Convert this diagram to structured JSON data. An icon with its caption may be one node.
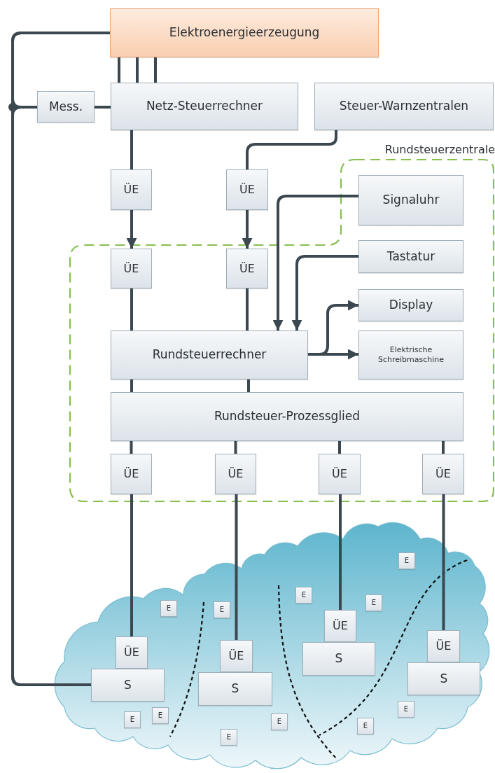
{
  "diagram": {
    "nodes": [
      {
        "text": [
          "Elektroenergieerzeugung"
        ]
      },
      {
        "text": [
          "Mess."
        ]
      },
      {
        "text": [
          "Netz-Steuerrechner"
        ]
      },
      {
        "text": [
          "Steuer-Warnzentralen"
        ]
      },
      {
        "text": [
          "ÜE"
        ]
      },
      {
        "text": [
          "ÜE"
        ]
      },
      {
        "text": [
          "Rundsteuerzentrale"
        ]
      },
      {
        "text": [
          "Signaluhr"
        ],
        "in": 6
      },
      {
        "text": [
          "Tastatur"
        ],
        "in": 6
      },
      {
        "text": [
          "ÜE"
        ],
        "in": 6
      },
      {
        "text": [
          "ÜE"
        ],
        "in": 6
      },
      {
        "text": [
          "Display"
        ],
        "in": 6
      },
      {
        "text": [
          "Rundsteuerrechner"
        ],
        "in": 6
      },
      {
        "text": [
          "Elektrische Schreibmaschine"
        ],
        "in": 6
      },
      {
        "text": [
          "Rundsteuer-Prozessglied"
        ],
        "in": 6
      },
      {
        "text": [
          "ÜE"
        ],
        "in": 6
      },
      {
        "text": [
          "ÜE"
        ],
        "in": 6
      },
      {
        "text": [
          "ÜE"
        ],
        "in": 6
      },
      {
        "text": [
          "ÜE"
        ],
        "in": 6
      },
      {
        "text": [],
        "shape": "cloud"
      },
      {
        "text": [
          "E"
        ],
        "in": 19
      },
      {
        "text": [
          "E"
        ],
        "in": 19
      },
      {
        "text": [
          "E"
        ],
        "in": 19
      },
      {
        "text": [
          "E"
        ],
        "in": 19
      },
      {
        "text": [
          "E"
        ],
        "in": 19
      },
      {
        "text": [
          "ÜE"
        ],
        "in": 19
      },
      {
        "text": [
          "ÜE"
        ],
        "in": 19
      },
      {
        "text": [
          "ÜE"
        ],
        "in": 19
      },
      {
        "text": [
          "ÜE"
        ],
        "in": 19
      },
      {
        "text": [
          "S"
        ],
        "in": 19
      },
      {
        "text": [
          "S"
        ],
        "in": 19
      },
      {
        "text": [
          "S"
        ],
        "in": 19
      },
      {
        "text": [
          "S"
        ],
        "in": 19
      },
      {
        "text": [
          "E"
        ],
        "in": 19
      },
      {
        "text": [
          "E"
        ],
        "in": 19
      },
      {
        "text": [
          "E"
        ],
        "in": 19
      },
      {
        "text": [
          "E"
        ],
        "in": 19
      },
      {
        "text": [
          "E"
        ],
        "in": 19
      },
      {
        "text": [
          "E"
        ],
        "in": 19
      }
    ],
    "edges": [
      {
        "from": 0,
        "to": 31,
        "arrow": "none"
      },
      {
        "from": 1,
        "to": 0,
        "arrow": "none"
      },
      {
        "from": 1,
        "to": 31,
        "arrow": "none"
      },
      {
        "from": 1,
        "to": 2,
        "arrow": "none"
      },
      {
        "from": 0,
        "to": 2,
        "arrow": "none"
      },
      {
        "from": 0,
        "to": 2,
        "arrow": "none"
      },
      {
        "from": 0,
        "to": 2,
        "arrow": "none"
      },
      {
        "from": 2,
        "to": 4,
        "arrow": "none"
      },
      {
        "from": 4,
        "to": 9,
        "arrow": "to"
      },
      {
        "from": 3,
        "to": 5,
        "arrow": "none"
      },
      {
        "from": 5,
        "to": 10,
        "arrow": "to"
      },
      {
        "from": 7,
        "to": 12,
        "arrow": "to"
      },
      {
        "from": 8,
        "to": 12,
        "arrow": "to"
      },
      {
        "from": 12,
        "to": 11,
        "arrow": "to"
      },
      {
        "from": 12,
        "to": 13,
        "arrow": "to"
      },
      {
        "from": 9,
        "to": 12,
        "arrow": "none"
      },
      {
        "from": 10,
        "to": 12,
        "arrow": "none"
      },
      {
        "from": 12,
        "to": 14,
        "arrow": "none"
      },
      {
        "from": 12,
        "to": 14,
        "arrow": "none"
      },
      {
        "from": 14,
        "to": 15,
        "arrow": "none"
      },
      {
        "from": 14,
        "to": 16,
        "arrow": "none"
      },
      {
        "from": 14,
        "to": 17,
        "arrow": "none"
      },
      {
        "from": 14,
        "to": 18,
        "arrow": "none"
      },
      {
        "from": 15,
        "to": 27,
        "arrow": "none"
      },
      {
        "from": 16,
        "to": 28,
        "arrow": "none"
      },
      {
        "from": 17,
        "to": 25,
        "arrow": "none"
      },
      {
        "from": 18,
        "to": 26,
        "arrow": "none"
      }
    ]
  }
}
